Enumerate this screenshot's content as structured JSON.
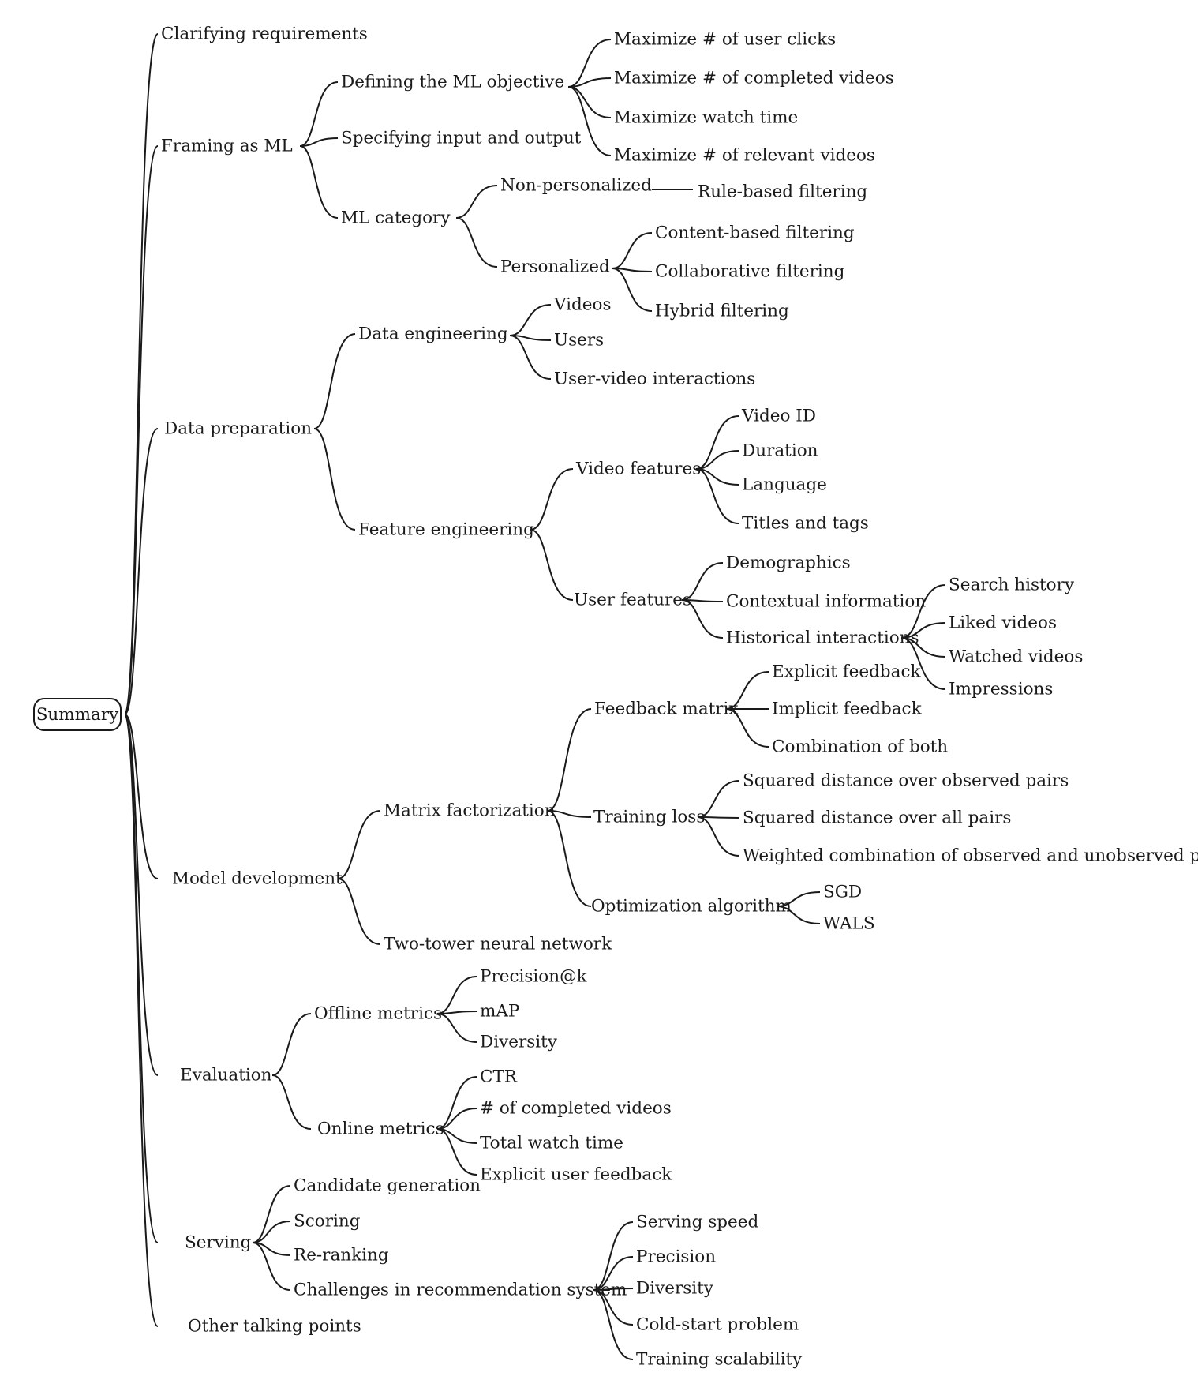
{
  "root": "Summary",
  "nodes": {
    "n1": "Clarifying requirements",
    "n2": "Framing as ML",
    "n2a": "Defining the ML objective",
    "n2a1": "Maximize # of user clicks",
    "n2a2": "Maximize # of completed videos",
    "n2a3": "Maximize watch time",
    "n2a4": "Maximize # of relevant videos",
    "n2b": "Specifying input and output",
    "n2c": "ML category",
    "n2c1": "Non-personalized",
    "n2c1a": "Rule-based filtering",
    "n2c2": "Personalized",
    "n2c2a": "Content-based filtering",
    "n2c2b": "Collaborative filtering",
    "n2c2c": "Hybrid filtering",
    "n3": "Data preparation",
    "n3a": "Data engineering",
    "n3a1": "Videos",
    "n3a2": "Users",
    "n3a3": "User-video interactions",
    "n3b": "Feature engineering",
    "n3b1": "Video features",
    "n3b1a": "Video ID",
    "n3b1b": "Duration",
    "n3b1c": "Language",
    "n3b1d": "Titles and tags",
    "n3b2": "User features",
    "n3b2a": "Demographics",
    "n3b2b": "Contextual information",
    "n3b2c": "Historical interactions",
    "n3b2c1": "Search history",
    "n3b2c2": "Liked videos",
    "n3b2c3": "Watched videos",
    "n3b2c4": "Impressions",
    "n4": "Model development",
    "n4a": "Matrix factorization",
    "n4a1": "Feedback matrix",
    "n4a1a": "Explicit feedback",
    "n4a1b": "Implicit feedback",
    "n4a1c": "Combination of both",
    "n4a2": "Training loss",
    "n4a2a": "Squared distance over observed pairs",
    "n4a2b": "Squared distance over all pairs",
    "n4a2c": "Weighted combination of observed and unobserved pairs",
    "n4a3": "Optimization algorithm",
    "n4a3a": "SGD",
    "n4a3b": "WALS",
    "n4b": "Two-tower neural network",
    "n5": "Evaluation",
    "n5a": "Offline metrics",
    "n5a1": "Precision@k",
    "n5a2": "mAP",
    "n5a3": "Diversity",
    "n5b": "Online metrics",
    "n5b1": "CTR",
    "n5b2": "# of completed videos",
    "n5b3": "Total watch time",
    "n5b4": "Explicit user feedback",
    "n6": "Serving",
    "n6a": "Candidate generation",
    "n6b": "Scoring",
    "n6c": "Re-ranking",
    "n6d": "Challenges in recommendation system",
    "n6d1": "Serving speed",
    "n6d2": "Precision",
    "n6d3": "Diversity",
    "n6d4": "Cold-start problem",
    "n6d5": "Training scalability",
    "n7": "Other talking points"
  }
}
